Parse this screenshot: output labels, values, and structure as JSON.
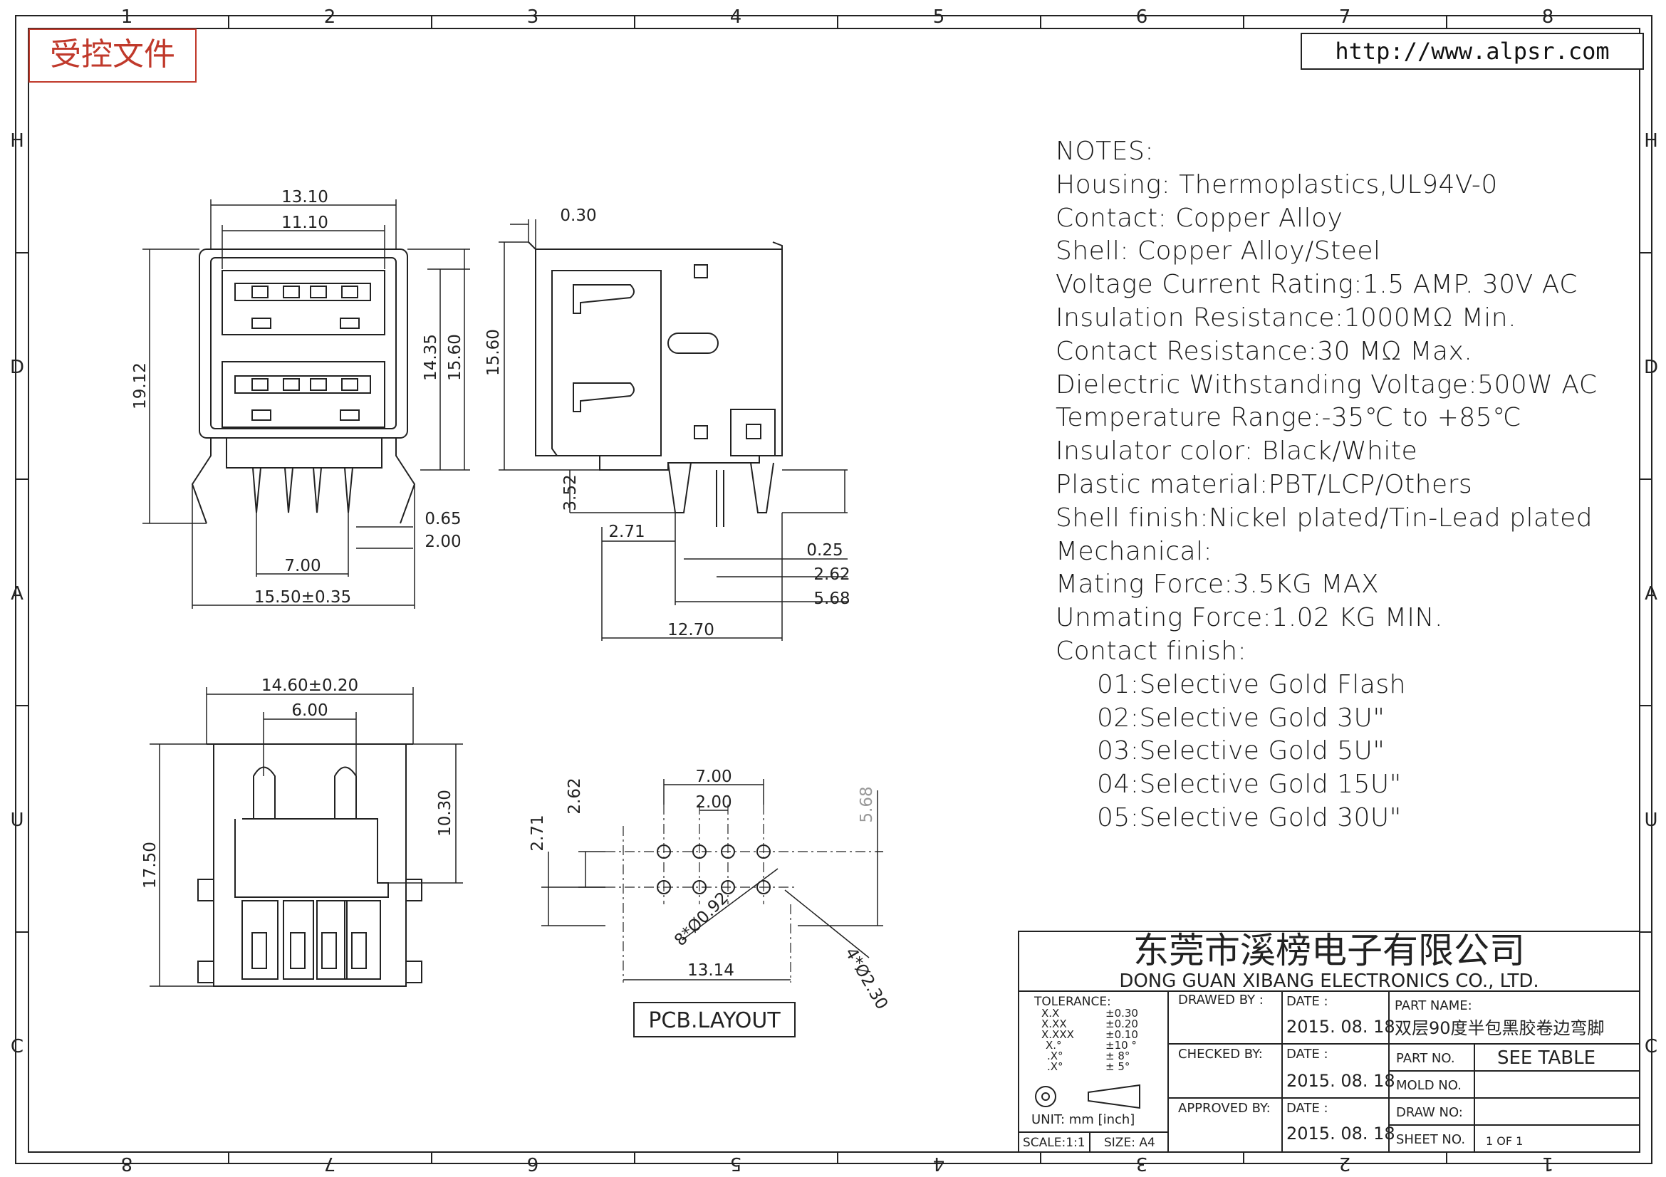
{
  "header": {
    "stamp": "受控文件",
    "url": "http://www.alpsr.com"
  },
  "frame": {
    "top_numbers": [
      "1",
      "2",
      "3",
      "4",
      "5",
      "6",
      "7",
      "8"
    ],
    "bottom_numbers": [
      "8",
      "7",
      "6",
      "5",
      "4",
      "3",
      "2",
      "1"
    ],
    "side_letters": [
      "H",
      "D",
      "A",
      "U",
      "C"
    ]
  },
  "notes": {
    "title": "NOTES:",
    "lines": [
      "Housing:  Thermoplastics,UL94V-0",
      "Contact:  Copper  Alloy",
      "Shell:  Copper  Alloy/Steel",
      "Voltage  Current  Rating:1.5  AMP.  30V  AC",
      "Insulation  Resistance:1000MΩ  Min.",
      "Contact  Resistance:30  MΩ  Max.",
      "Dielectric  Withstanding  Voltage:500W  AC",
      "Temperature  Range:-35℃  to  +85℃",
      "Insulator  color:  Black/White",
      "Plastic  material:PBT/LCP/Others",
      "Shell  finish:Nickel  plated/Tin-Lead  plated",
      "Mechanical:",
      "Mating  Force:3.5KG  MAX",
      "Unmating  Force:1.02  KG  MIN.",
      "Contact  finish:"
    ],
    "finish_options": [
      "01:Selective  Gold  Flash",
      "02:Selective  Gold  3U\"",
      "03:Selective  Gold  5U\"",
      "04:Selective  Gold  15U\"",
      "05:Selective  Gold  30U\""
    ]
  },
  "front_view": {
    "dims": [
      "13.10",
      "11.10",
      "19.12",
      "14.35",
      "15.60",
      "0.65",
      "2.00",
      "7.00",
      "15.50±0.35"
    ]
  },
  "side_view": {
    "dims": [
      "0.30",
      "15.60",
      "3.52",
      "2.71",
      "0.25",
      "2.62",
      "5.68",
      "12.70"
    ]
  },
  "bottom_view": {
    "dims": [
      "14.60±0.20",
      "6.00",
      "10.30",
      "17.50"
    ]
  },
  "pcb_layout": {
    "label": "PCB.LAYOUT",
    "dims": [
      "7.00",
      "2.00",
      "2.62",
      "2.71",
      "5.68",
      "8*Ø0.92",
      "13.14",
      "4*Ø2.30"
    ]
  },
  "title_block": {
    "company_cn": "东莞市溪榜电子有限公司",
    "company_en": "DONG GUAN XIBANG ELECTRONICS CO., LTD.",
    "tolerance_label": "TOLERANCE:",
    "tolerance_rows": [
      {
        "k": "X.X",
        "v": "±0.30"
      },
      {
        "k": "X.XX",
        "v": "±0.20"
      },
      {
        "k": "X.XXX",
        "v": "±0.10"
      },
      {
        "k": "X.°",
        "v": "±10 °"
      },
      {
        "k": ".X°",
        "v": "± 8°"
      },
      {
        "k": ".X°",
        "v": "± 5°"
      }
    ],
    "unit": "UNIT:  mm  [inch]",
    "scale": "SCALE:1:1",
    "size": "SIZE:  A4",
    "drawn_by": "DRAWED  BY :",
    "checked_by": "CHECKED  BY:",
    "approved_by": "APPROVED  BY:",
    "date_label": "DATE  :",
    "dates": [
      "2015. 08. 18",
      "2015. 08. 18",
      "2015. 08. 18"
    ],
    "part_name_label": "PART  NAME:",
    "part_name": "双层90度半包黑胶卷边弯脚",
    "part_no_label": "PART  NO.",
    "part_no": "SEE  TABLE",
    "mold_no_label": "MOLD  NO.",
    "draw_no_label": "DRAW  NO:",
    "sheet_label": "SHEET  NO.",
    "sheet": "1  OF  1"
  }
}
